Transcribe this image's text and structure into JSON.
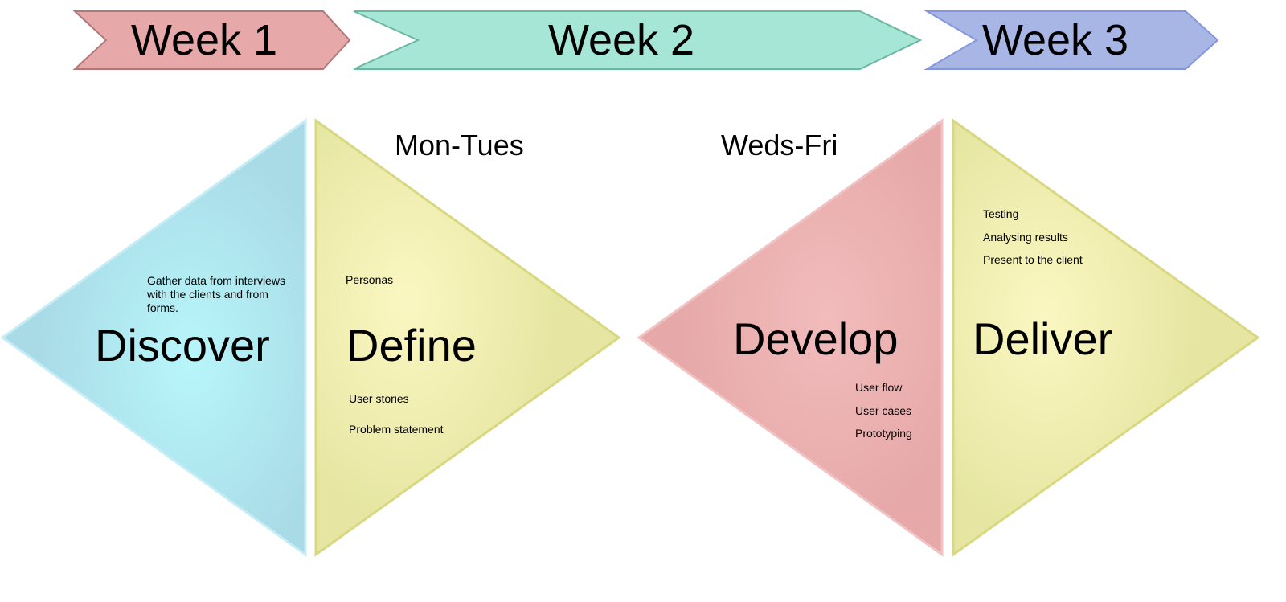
{
  "colors": {
    "week1": "#e6a8a8",
    "week2": "#a6e6d6",
    "week3": "#a8b6e6",
    "discover": "#a9dbe6",
    "define": "#e6e6a2",
    "develop": "#e6a8a8",
    "deliver": "#e6e6a2"
  },
  "weeks": [
    {
      "label": "Week 1"
    },
    {
      "label": "Week 2"
    },
    {
      "label": "Week 3"
    }
  ],
  "periods": [
    {
      "label": "Mon-Tues"
    },
    {
      "label": "Weds-Fri"
    }
  ],
  "phases": {
    "discover": {
      "title": "Discover",
      "notes": [
        "Gather data from interviews",
        "with the clients and from",
        "forms."
      ]
    },
    "define": {
      "title": "Define",
      "notes": [
        "Personas",
        "User stories",
        "Problem statement"
      ]
    },
    "develop": {
      "title": "Develop",
      "notes": [
        "User flow",
        "User cases",
        "Prototyping"
      ]
    },
    "deliver": {
      "title": "Deliver",
      "notes": [
        "Testing",
        "Analysing results",
        "Present to the client"
      ]
    }
  }
}
